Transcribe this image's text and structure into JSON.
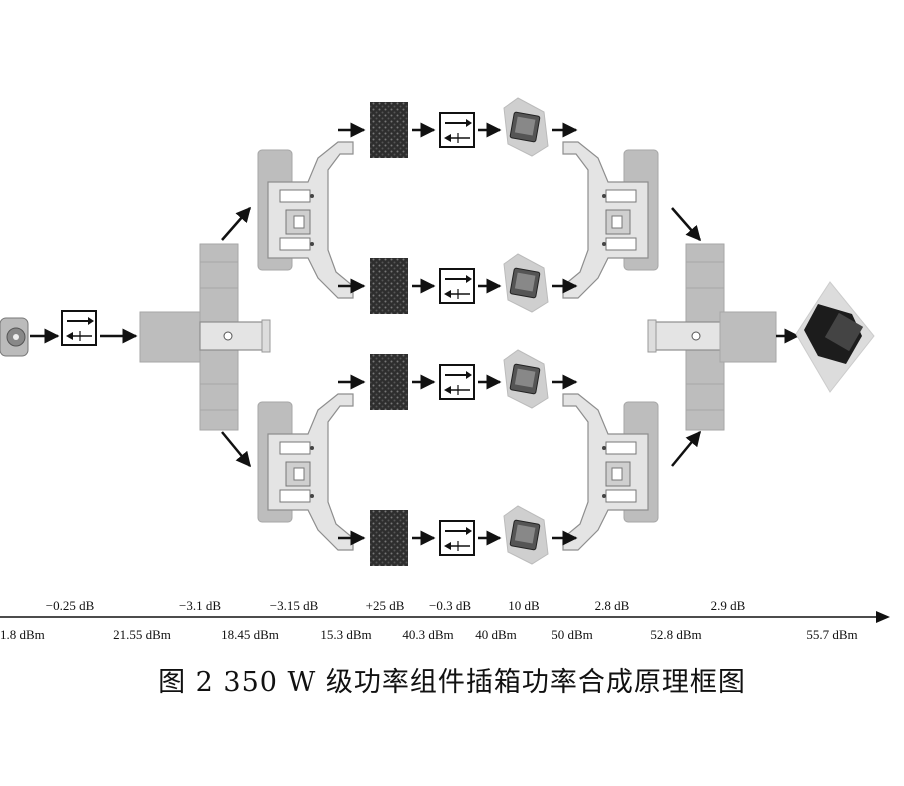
{
  "caption": "图 2   350 W 级功率组件插箱功率合成原理框图",
  "chain": {
    "gains": [
      "−0.25 dB",
      "−3.1 dB",
      "−3.15 dB",
      "+25 dB",
      "−0.3 dB",
      "10 dB",
      "2.8 dB",
      "2.9 dB"
    ],
    "powers": [
      "1.8 dBm",
      "21.55 dBm",
      "18.45 dBm",
      "15.3 dBm",
      "40.3 dBm",
      "40 dBm",
      "50 dBm",
      "52.8 dBm",
      "55.7 dBm"
    ]
  },
  "blocks": {
    "input_connector": "input-connector",
    "input_isolator": "isolator",
    "main_divider": "power-divider",
    "sub_dividers": 2,
    "branches": 4,
    "driver_amp": "driver-amplifier",
    "branch_isolator": "isolator",
    "power_amp": "power-amplifier",
    "sub_combiners": 2,
    "main_combiner": "power-combiner",
    "output_connector": "output-waveguide"
  }
}
